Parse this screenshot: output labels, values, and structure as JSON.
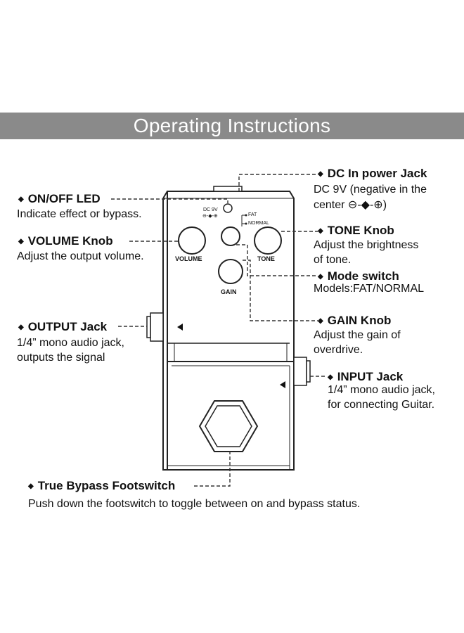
{
  "title": "Operating Instructions",
  "callouts": {
    "dc_in": {
      "label": "DC In power Jack",
      "desc": [
        "DC 9V (negative in the",
        "center ⊖-◆-⊕)"
      ]
    },
    "on_off_led": {
      "label": "ON/OFF LED",
      "desc": [
        "Indicate effect or bypass."
      ]
    },
    "volume": {
      "label": "VOLUME Knob",
      "desc": [
        "Adjust the output volume."
      ]
    },
    "tone": {
      "label": "TONE Knob",
      "desc": [
        "Adjust the brightness",
        "of tone."
      ]
    },
    "mode": {
      "label": "Mode switch",
      "desc": [
        "Models:FAT/NORMAL"
      ]
    },
    "gain": {
      "label": "GAIN Knob",
      "desc": [
        "Adjust the gain of",
        "overdrive."
      ]
    },
    "output": {
      "label": "OUTPUT Jack",
      "desc": [
        "1/4” mono audio jack,",
        "outputs the signal"
      ]
    },
    "input": {
      "label": "INPUT Jack",
      "desc": [
        "1/4” mono audio jack,",
        "for connecting Guitar."
      ]
    },
    "footswitch": {
      "label": "True Bypass Footswitch",
      "desc": [
        "Push down the footswitch to toggle between on and bypass status."
      ]
    }
  },
  "pedal_labels": {
    "volume": "VOLUME",
    "tone": "TONE",
    "gain": "GAIN",
    "dc": "DC 9V",
    "dc_symbol": "⊖-◆-⊕",
    "fat": "FAT",
    "normal": "NORMAL"
  },
  "colors": {
    "banner": "#8a8a8a",
    "line": "#333333"
  }
}
